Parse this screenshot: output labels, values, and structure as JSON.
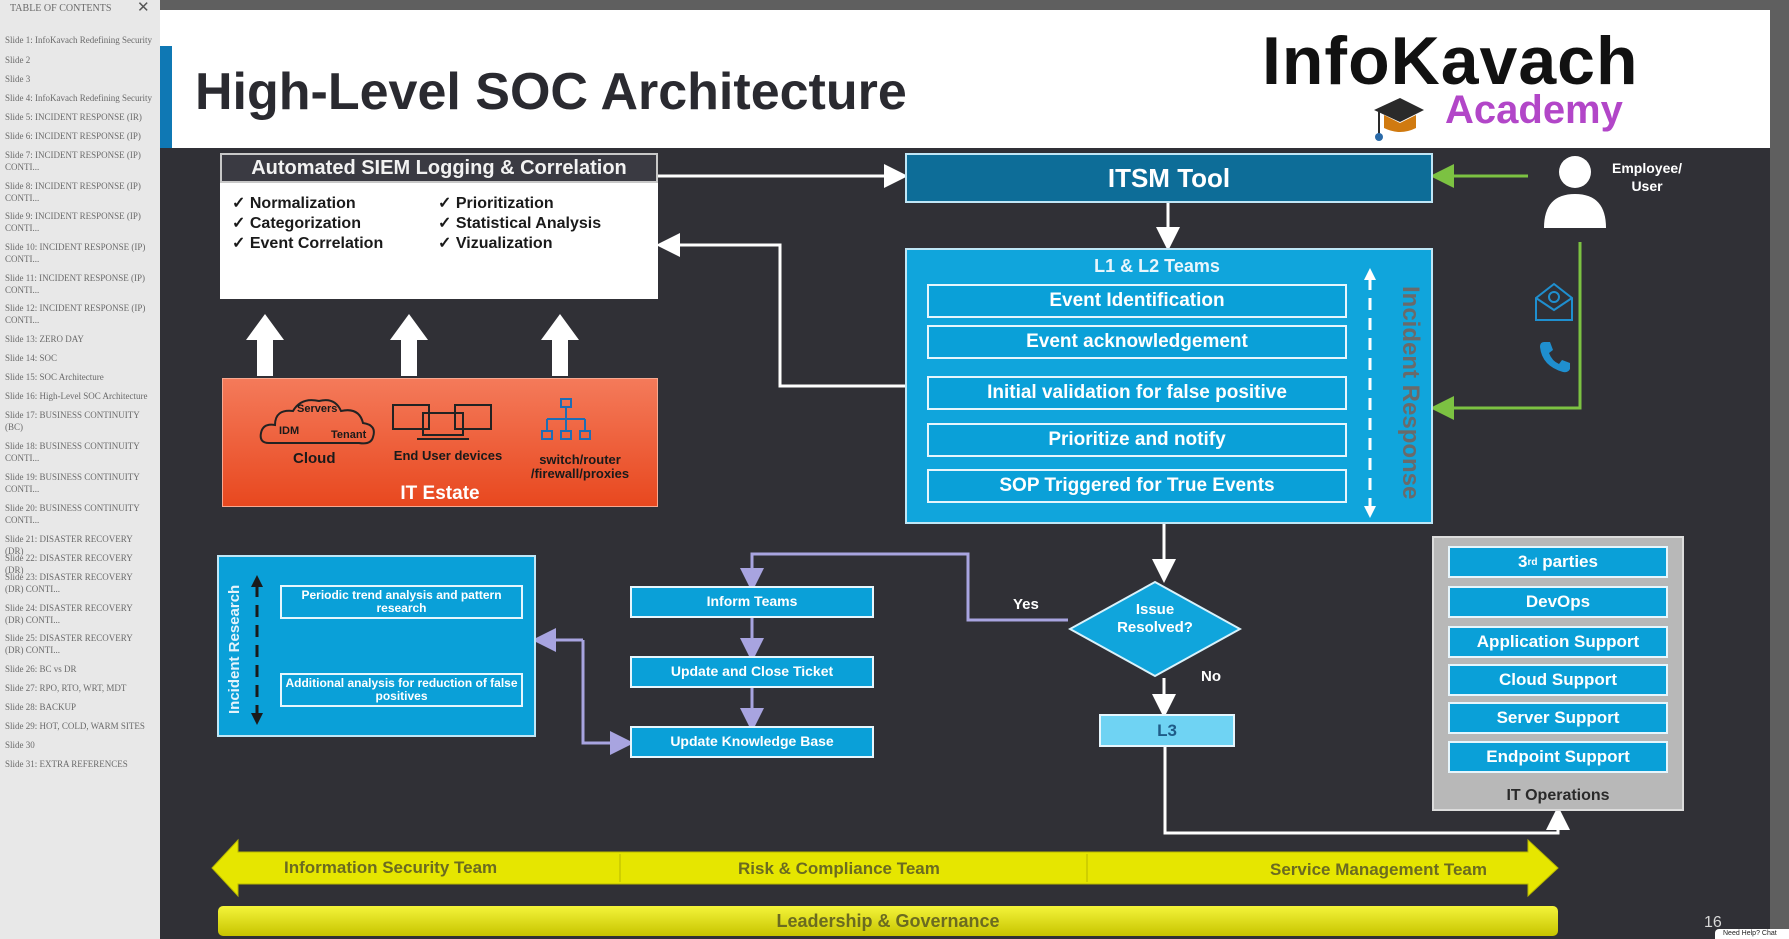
{
  "toc": {
    "title": "TABLE OF CONTENTS",
    "items": [
      "Slide 1: InfoKavach Redefining Security",
      "Slide 2",
      "Slide 3",
      "Slide 4: InfoKavach Redefining Security",
      "Slide 5: INCIDENT RESPONSE (IR)",
      "Slide 6: INCIDENT RESPONSE (IP)",
      "Slide 7: INCIDENT RESPONSE (IP) CONTI...",
      "Slide 8: INCIDENT RESPONSE (IP) CONTI...",
      "Slide 9: INCIDENT RESPONSE (IP) CONTI...",
      "Slide 10: INCIDENT RESPONSE (IP) CONTI...",
      "Slide 11: INCIDENT RESPONSE (IP) CONTI...",
      "Slide 12: INCIDENT RESPONSE (IP) CONTI...",
      "Slide 13: ZERO DAY",
      "Slide 14: SOC",
      "Slide 15: SOC Architecture",
      "Slide 16: High-Level SOC Architecture",
      "Slide 17: BUSINESS CONTINUITY (BC)",
      "Slide 18: BUSINESS CONTINUITY CONTI...",
      "Slide 19: BUSINESS CONTINUITY CONTI...",
      "Slide 20: BUSINESS CONTINUITY CONTI...",
      "Slide 21: DISASTER RECOVERY (DR)",
      "Slide 22: DISASTER RECOVERY (DR)",
      "Slide 23: DISASTER RECOVERY (DR) CONTI...",
      "Slide 24: DISASTER RECOVERY (DR) CONTI...",
      "Slide 25: DISASTER RECOVERY (DR) CONTI...",
      "Slide 26: BC vs DR",
      "Slide 27: RPO, RTO, WRT, MDT",
      "Slide 28: BACKUP",
      "Slide 29: HOT, COLD, WARM SITES",
      "Slide 30",
      "Slide 31: EXTRA REFERENCES"
    ]
  },
  "slide": {
    "title": "High-Level SOC Architecture",
    "logo_main": "InfoKavach",
    "logo_sub": "Academy",
    "page_number": "16",
    "siem": {
      "title": "Automated SIEM Logging & Correlation",
      "left_items": [
        "Normalization",
        "Categorization",
        "Event Correlation"
      ],
      "right_items": [
        "Prioritization",
        "Statistical Analysis",
        "Vizualization"
      ]
    },
    "it_estate": {
      "title": "IT Estate",
      "cloud": "Cloud",
      "servers": "Servers",
      "idm": "IDM",
      "tenant": "Tenant",
      "end_user": "End User devices",
      "network_line1": "switch/router",
      "network_line2": "/firewall/proxies"
    },
    "itsm": "ITSM Tool",
    "employee_line1": "Employee/",
    "employee_line2": "User",
    "l1l2": {
      "title": "L1 & L2 Teams",
      "side_label": "Incident Response",
      "steps": [
        "Event Identification",
        "Event acknowledgement",
        "Initial validation for false positive",
        "Prioritize and notify",
        "SOP Triggered for True Events"
      ]
    },
    "research": {
      "side_label": "Incident Research",
      "box1": "Periodic trend analysis and pattern research",
      "box2": "Additional analysis for reduction of false positives"
    },
    "flow": {
      "inform": "Inform Teams",
      "update_close": "Update and Close Ticket",
      "kb": "Update Knowledge Base",
      "decision_line1": "Issue",
      "decision_line2": "Resolved?",
      "yes": "Yes",
      "no": "No",
      "l3": "L3"
    },
    "it_ops": {
      "title": "IT Operations",
      "third_num": "3",
      "third_sup": "rd",
      "third_rest": " parties",
      "items": [
        "DevOps",
        "Application Support",
        "Cloud Support",
        "Server Support",
        "Endpoint Support"
      ]
    },
    "teams": [
      "Information Security Team",
      "Risk & Compliance Team",
      "Service Management Team"
    ],
    "leadership": "Leadership & Governance"
  },
  "help_text": "Need Help? Chat"
}
